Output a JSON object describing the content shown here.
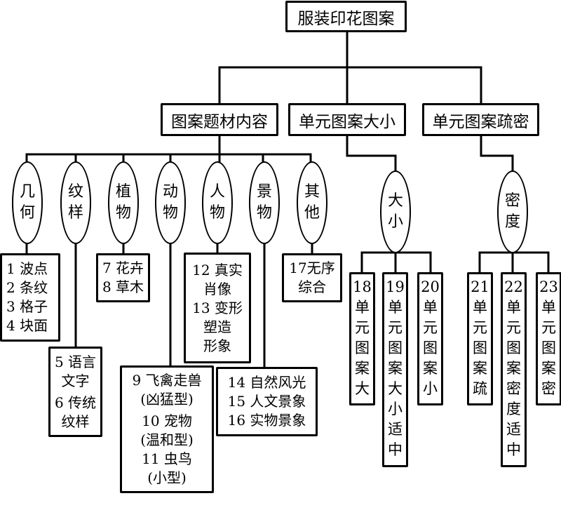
{
  "root": {
    "label": "服装印花图案"
  },
  "groups": [
    {
      "label": "图案题材内容"
    },
    {
      "label": "单元图案大小"
    },
    {
      "label": "单元图案疏密"
    }
  ],
  "subjects": [
    {
      "label": "几何",
      "items": [
        "1 波点",
        "2 条纹",
        "3 格子",
        "4 块面"
      ]
    },
    {
      "label": "纹样",
      "items": [
        "5 语言",
        "文字",
        "6 传统",
        "纹样"
      ]
    },
    {
      "label": "植物",
      "items": [
        "7 花卉",
        "8 草木"
      ]
    },
    {
      "label": "动物",
      "items": [
        "9 飞禽走兽",
        "(凶猛型)",
        "10 宠物",
        "(温和型)",
        "11 虫鸟",
        "(小型)"
      ]
    },
    {
      "label": "人物",
      "items": [
        "12 真实",
        "肖像",
        "13 变形",
        "塑造",
        "形象"
      ]
    },
    {
      "label": "景物",
      "items": [
        "14 自然风光",
        "15 人文景象",
        "16 实物景象"
      ]
    },
    {
      "label": "其他",
      "items": [
        "17无序",
        "综合"
      ]
    }
  ],
  "size": {
    "label": "大小",
    "items": [
      {
        "num": "18",
        "text": "单元图案大"
      },
      {
        "num": "19",
        "text": "单元图案大小适中"
      },
      {
        "num": "20",
        "text": "单元图案小"
      }
    ]
  },
  "density": {
    "label": "密度",
    "items": [
      {
        "num": "21",
        "text": "单元图案疏"
      },
      {
        "num": "22",
        "text": "单元图案密度适中"
      },
      {
        "num": "23",
        "text": "单元图案密"
      }
    ]
  }
}
